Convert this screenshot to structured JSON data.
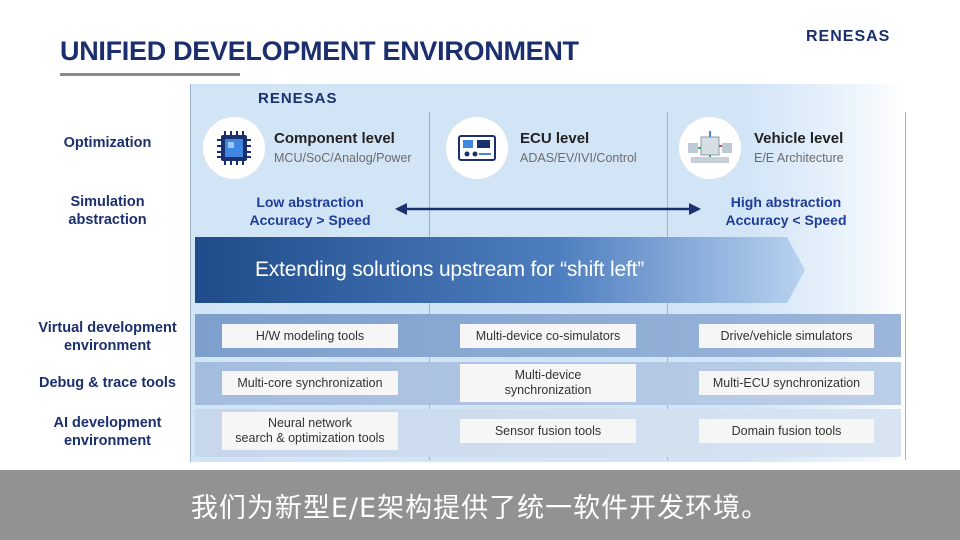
{
  "header": {
    "title": "UNIFIED DEVELOPMENT ENVIRONMENT",
    "logo_text": "RENESAS"
  },
  "panel": {
    "logo_text": "RENESAS"
  },
  "row_labels": {
    "optimization": "Optimization",
    "simulation": "Simulation\nabstraction",
    "virtual_dev": "Virtual development\nenvironment",
    "debug_trace": "Debug & trace tools",
    "ai_dev": "AI development\nenvironment"
  },
  "levels": [
    {
      "title": "Component level",
      "subtitle": "MCU/SoC/Analog/Power",
      "icon": "chip-icon"
    },
    {
      "title": "ECU level",
      "subtitle": "ADAS/EV/IVI/Control",
      "icon": "circuit-board-icon"
    },
    {
      "title": "Vehicle level",
      "subtitle": "E/E Architecture",
      "icon": "vehicle-architecture-icon"
    }
  ],
  "abstraction": {
    "low": "Low abstraction\nAccuracy > Speed",
    "high": "High abstraction\nAccuracy < Speed"
  },
  "shift_left_text": "Extending solutions upstream for “shift left”",
  "tools": {
    "virtual_dev": [
      "H/W modeling tools",
      "Multi-device co-simulators",
      "Drive/vehicle simulators"
    ],
    "debug_trace": [
      "Multi-core synchronization",
      "Multi-device\nsynchronization",
      "Multi-ECU synchronization"
    ],
    "ai_dev": [
      "Neural network\nsearch & optimization tools",
      "Sensor fusion tools",
      "Domain fusion tools"
    ]
  },
  "caption": "我们为新型E/E架构提供了统一软件开发环境。",
  "colors": {
    "brand_navy": "#1b2f6e",
    "abstraction_blue": "#1e3c99",
    "arrow_dark": "#1e4d8c",
    "caption_bar": "#929292"
  }
}
